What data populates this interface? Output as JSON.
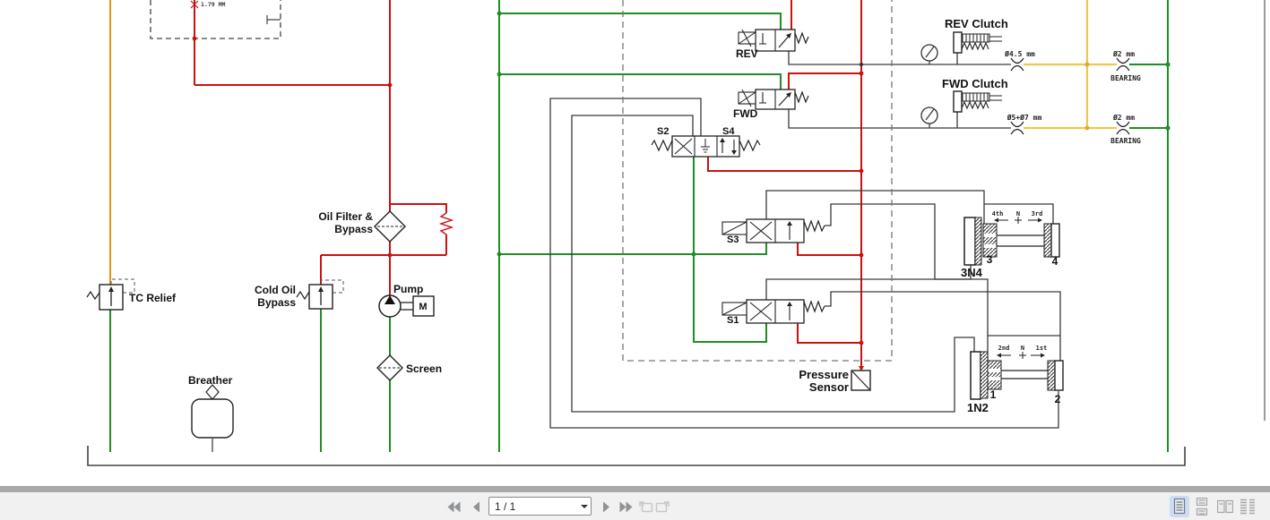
{
  "schematic": {
    "labels": {
      "top_note": "1.79 MM",
      "tc_relief": "TC Relief",
      "cold_oil_1": "Cold Oil",
      "cold_oil_2": "Bypass",
      "oil_filter_1": "Oil Filter &",
      "oil_filter_2": "Bypass",
      "pump": "Pump",
      "motor_m": "M",
      "screen": "Screen",
      "breather": "Breather",
      "rev": "REV",
      "fwd": "FWD",
      "s1": "S1",
      "s2": "S2",
      "s3": "S3",
      "s4": "S4",
      "rev_clutch": "REV Clutch",
      "fwd_clutch": "FWD Clutch",
      "orifice_rev": "Ø4.5 mm",
      "orifice_rev_bearing": "Ø2 mm",
      "bearing_rev": "BEARING",
      "orifice_fwd": "Ø5+Ø7 mm",
      "orifice_fwd_bearing": "Ø2 mm",
      "bearing_fwd": "BEARING",
      "pressure_1": "Pressure",
      "pressure_2": "Sensor",
      "gear34": "3N4",
      "pos3": "3",
      "pos4": "4",
      "shift34_left": "4th",
      "shift34_n": "N",
      "shift34_right": "3rd",
      "gear12": "1N2",
      "pos1": "1",
      "pos2": "2",
      "shift12_left": "2nd",
      "shift12_n": "N",
      "shift12_right": "1st"
    },
    "colors": {
      "supply_red": "#cc1111",
      "return_green": "#1f8e24",
      "converter_orange": "#e89018",
      "lube_yellow": "#e9c94f",
      "wire_black": "#3a3a3a"
    }
  },
  "toolbar": {
    "page_value": "1 / 1",
    "icons": {
      "first": "first-page-icon",
      "previous": "previous-page-icon",
      "next": "next-page-icon",
      "last": "last-page-icon",
      "previous_view": "previous-view-icon",
      "next_view": "next-view-icon",
      "dropdown": "combo-dropdown-arrow-icon"
    },
    "layout": {
      "single": "single-page-view",
      "continuous": "continuous-view",
      "facing": "facing-page-view",
      "continuous_facing": "continuous-facing-view"
    },
    "active_layout": "single",
    "active_layout_bg": "#cddcf2"
  }
}
